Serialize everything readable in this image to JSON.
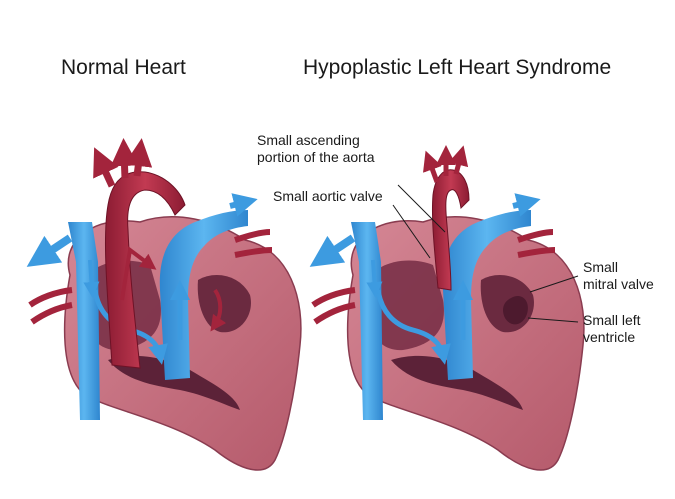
{
  "titles": {
    "normal": "Normal Heart",
    "hlhs": "Hypoplastic Left Heart Syndrome"
  },
  "labels": {
    "ascending_aorta": [
      "Small ascending",
      "portion of the aorta"
    ],
    "aortic_valve": "Small aortic valve",
    "mitral_valve": [
      "Small",
      "mitral valve"
    ],
    "left_ventricle": [
      "Small left",
      "ventricle"
    ]
  },
  "colors": {
    "heart_muscle": "#c7707d",
    "heart_dark": "#7a3148",
    "cavity": "#5c2238",
    "oxygen_poor_blood": "#3d9be0",
    "oxygen_rich_blood": "#a3243c",
    "text": "#1a1a1a"
  }
}
